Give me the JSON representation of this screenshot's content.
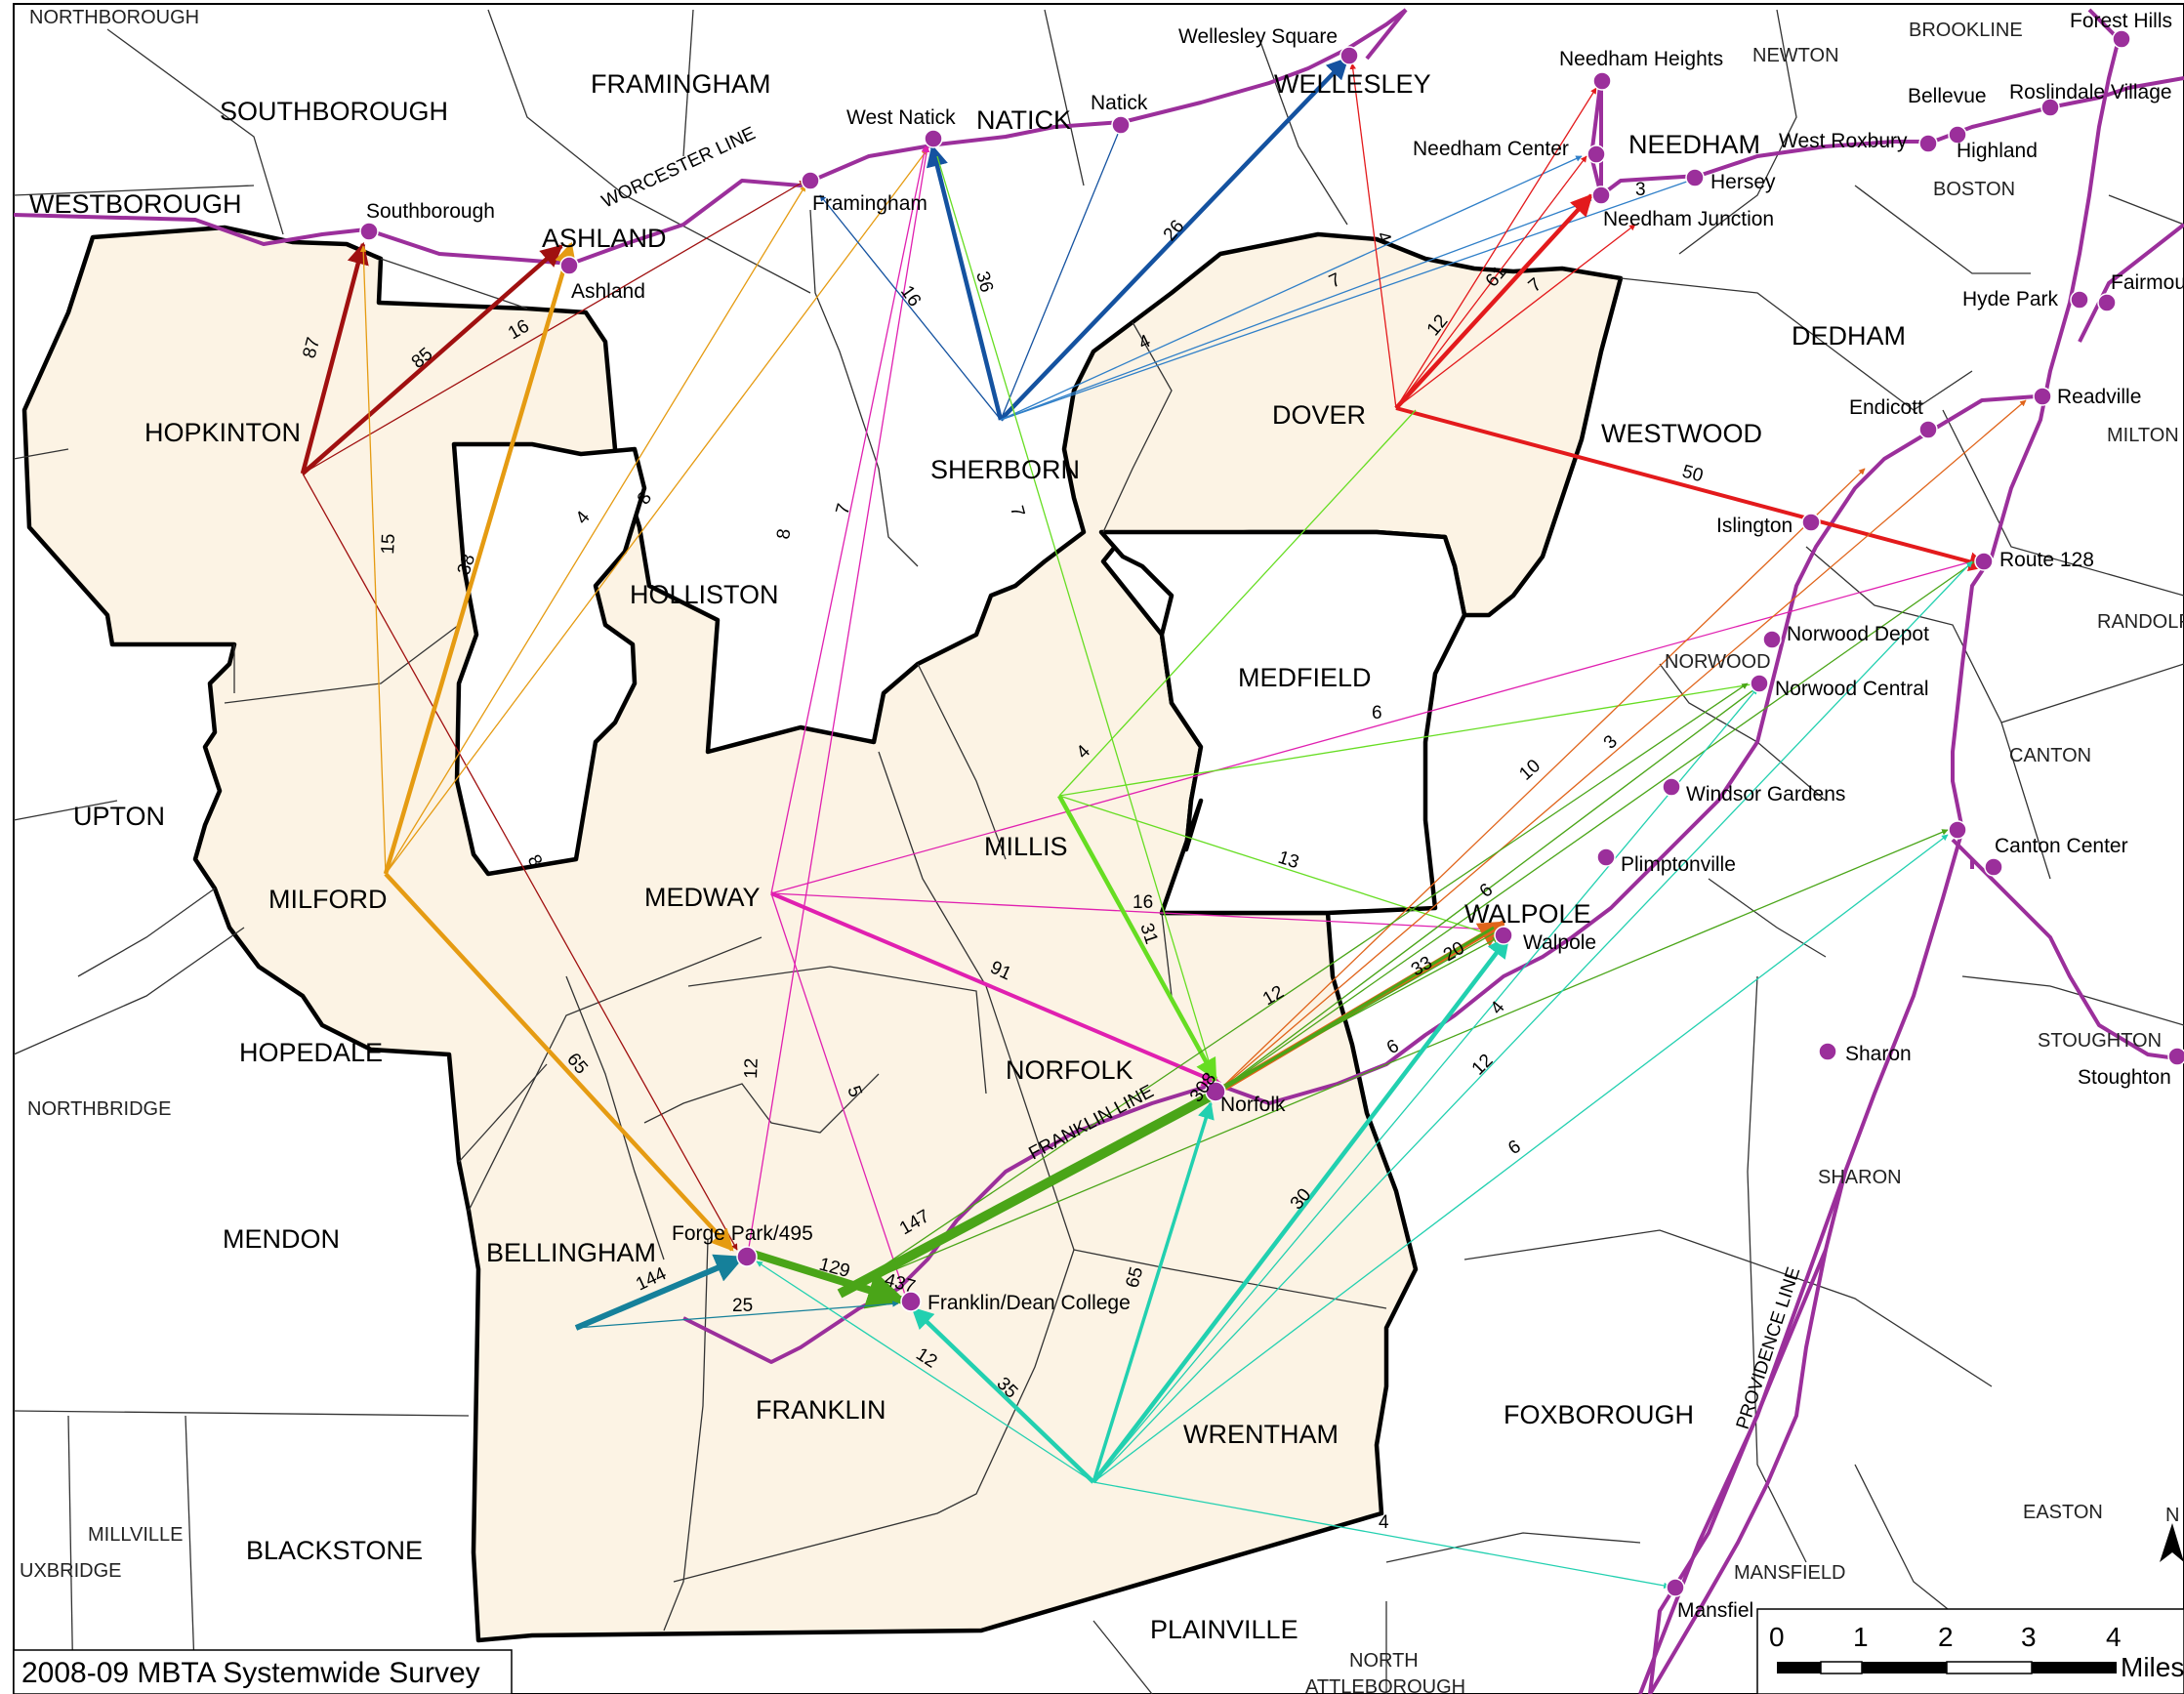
{
  "title": "2008-09 MBTA Systemwide Survey",
  "colors": {
    "study_area": "#fcf3e4",
    "rail": "#9b2f9b",
    "station": "#9b2f9b"
  },
  "towns": {
    "southborough": "SOUTHBOROUGH",
    "framingham": "FRAMINGHAM",
    "natick": "NATICK",
    "wellesley": "WELLESLEY",
    "needham": "NEEDHAM",
    "westborough": "WESTBOROUGH",
    "ashland": "ASHLAND",
    "hopkinton": "HOPKINTON",
    "sherborn": "SHERBORN",
    "dover": "DOVER",
    "westwood": "WESTWOOD",
    "dedham": "DEDHAM",
    "holliston": "HOLLISTON",
    "medfield": "MEDFIELD",
    "upton": "UPTON",
    "milford": "MILFORD",
    "medway": "MEDWAY",
    "millis": "MILLIS",
    "walpole": "WALPOLE",
    "canton": "CANTON",
    "hopedale": "HOPEDALE",
    "norfolk": "NORFOLK",
    "mendon": "MENDON",
    "bellingham": "BELLINGHAM",
    "franklin": "FRANKLIN",
    "wrentham": "WRENTHAM",
    "foxborough": "FOXBOROUGH",
    "blackstone": "BLACKSTONE",
    "plainville": "PLAINVILLE",
    "northborough": "NORTHBOROUGH",
    "newton": "NEWTON",
    "brookline": "BROOKLINE",
    "boston": "BOSTON",
    "milton": "MILTON",
    "randolph": "RANDOLP",
    "norwood": "NORWOOD",
    "northbridge": "NORTHBRIDGE",
    "stoughton": "STOUGHTON",
    "sharon": "SHARON",
    "easton": "EASTON",
    "millville": "MILLVILLE",
    "uxbridge": "UXBRIDGE",
    "mansfield": "MANSFIELD",
    "north_attleborough_1": "NORTH",
    "north_attleborough_2": "ATTLEBOROUGH"
  },
  "stations": {
    "southborough": "Southborough",
    "ashland": "Ashland",
    "framingham": "Framingham",
    "west_natick": "West Natick",
    "natick": "Natick",
    "wellesley_square": "Wellesley Square",
    "needham_heights": "Needham Heights",
    "needham_center": "Needham Center",
    "needham_junction": "Needham Junction",
    "hersey": "Hersey",
    "west_roxbury": "West Roxbury",
    "highland": "Highland",
    "bellevue": "Bellevue",
    "roslindale": "Roslindale Village",
    "forest_hills": "Forest Hills",
    "hyde_park": "Hyde Park",
    "fairmount": "Fairmou",
    "endicott": "Endicott",
    "readville": "Readville",
    "islington": "Islington",
    "route128": "Route 128",
    "norwood_depot": "Norwood Depot",
    "norwood_central": "Norwood Central",
    "windsor_gardens": "Windsor Gardens",
    "plimptonville": "Plimptonville",
    "walpole": "Walpole",
    "norfolk": "Norfolk",
    "forge_park": "Forge Park/495",
    "franklin": "Franklin/Dean College",
    "canton_center": "Canton Center",
    "sharon": "Sharon",
    "stoughton": "Stoughton",
    "mansfield": "Mansfiel"
  },
  "rail_lines": {
    "worcester": "WORCESTER LINE",
    "franklin": "FRANKLIN LINE",
    "providence": "PROVIDENCE LINE"
  },
  "flows": {
    "hop_south": "87",
    "hop_ash": "85",
    "hop_fram": "16",
    "mil_ash": "38",
    "mil_fram": "8",
    "mil_wnat": "4",
    "mil_south": "15",
    "mil_forge": "65",
    "hop_forge": "8",
    "med_wnat": "8",
    "med_fram": "7",
    "med_forge": "12",
    "med_frank": "5",
    "med_norfolk": "91",
    "med_walpole": "16",
    "med_nwc": "6",
    "sher_fram": "16",
    "sher_wnat": "36",
    "sher_well": "26",
    "sher_nc": "7",
    "sher_nj": "4",
    "sher_norfolk": "7",
    "dov_nh": "4",
    "dov_nc": "12",
    "dov_hersey": "61",
    "dov_nj": "7",
    "dov_r128": "50",
    "dov_hersey_3": "3",
    "mill_dov": "4",
    "mill_norfolk": "31",
    "mill_walpole": "13",
    "norf_franklin": "147",
    "norf_walpole": "33",
    "norf_walpole2": "20",
    "norf_nwc": "10",
    "norf_r128": "12",
    "norf_nwd": "3",
    "norf_canton": "6",
    "norfolk_in": "308",
    "forge_frank": "129",
    "frank_in": "437",
    "bell_forge": "144",
    "bell_frank": "25",
    "wren_frank": "35",
    "wren_forge": "12",
    "wren_norfolk": "65",
    "wren_walpole": "30",
    "wren_walpole2": "4",
    "wren_nwc": "12",
    "wren_canton": "6",
    "wren_mansfield": "4",
    "frank_walpole": "6",
    "walpole_6": "6"
  },
  "scale": {
    "ticks": [
      "0",
      "1",
      "2",
      "3",
      "4"
    ],
    "unit": "Miles"
  },
  "north_arrow": "N"
}
